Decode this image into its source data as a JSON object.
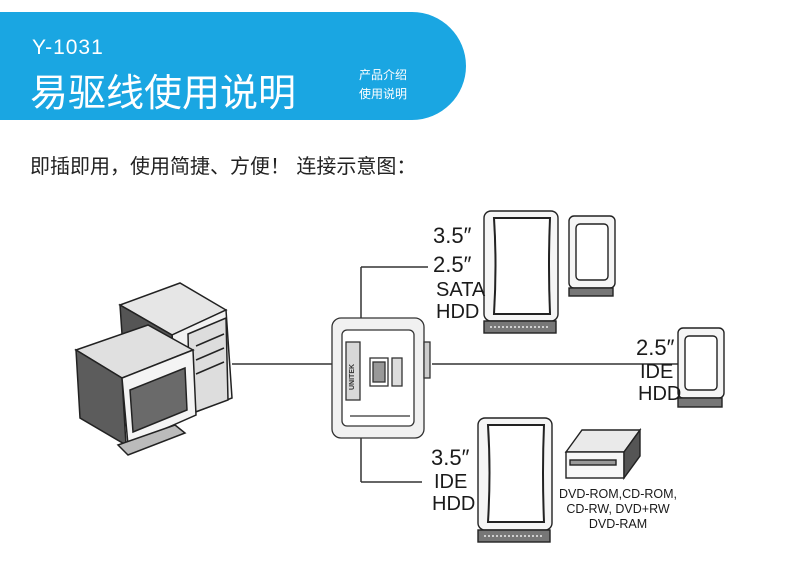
{
  "header": {
    "model": "Y-1031",
    "title": "易驱线使用说明",
    "tag_line1": "产品介绍",
    "tag_line2": "使用说明"
  },
  "description": "即插即用，使用简捷、方便！ 连接示意图：",
  "diagram": {
    "adapter_brand": "UNITEK",
    "sata_labels": [
      "3.5″",
      "2.5″",
      "SATA",
      "HDD"
    ],
    "ide25_labels": [
      "2.5″",
      "IDE",
      "HDD"
    ],
    "ide35_labels": [
      "3.5″",
      "IDE",
      "HDD"
    ],
    "optical_labels": [
      "DVD-ROM,CD-ROM,",
      "CD-RW, DVD+RW",
      "DVD-RAM"
    ]
  },
  "colors": {
    "banner": "#1aa6e2",
    "text": "#222222"
  }
}
